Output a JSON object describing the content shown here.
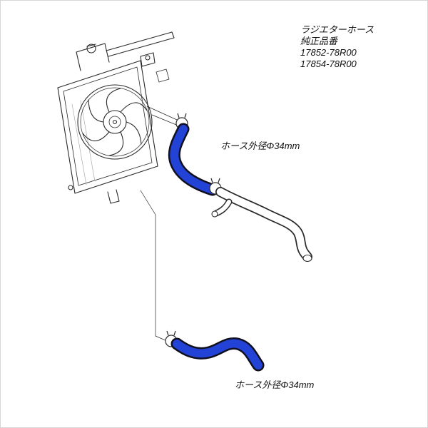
{
  "canvas": {
    "background": "#ffffff",
    "border_color": "#d6d6d6"
  },
  "annotation": {
    "title": "ラジエターホース",
    "subtitle": "純正品番",
    "part_numbers": [
      "17852-78R00",
      "17854-78R00"
    ]
  },
  "callouts": {
    "upper_hose_diameter": "ホース外径Φ34mm",
    "lower_hose_diameter": "ホース外径Φ34mm"
  },
  "colors": {
    "hose_fill": "#2342d6",
    "hose_outline": "#101020",
    "line_art": "#2a2a2a"
  }
}
